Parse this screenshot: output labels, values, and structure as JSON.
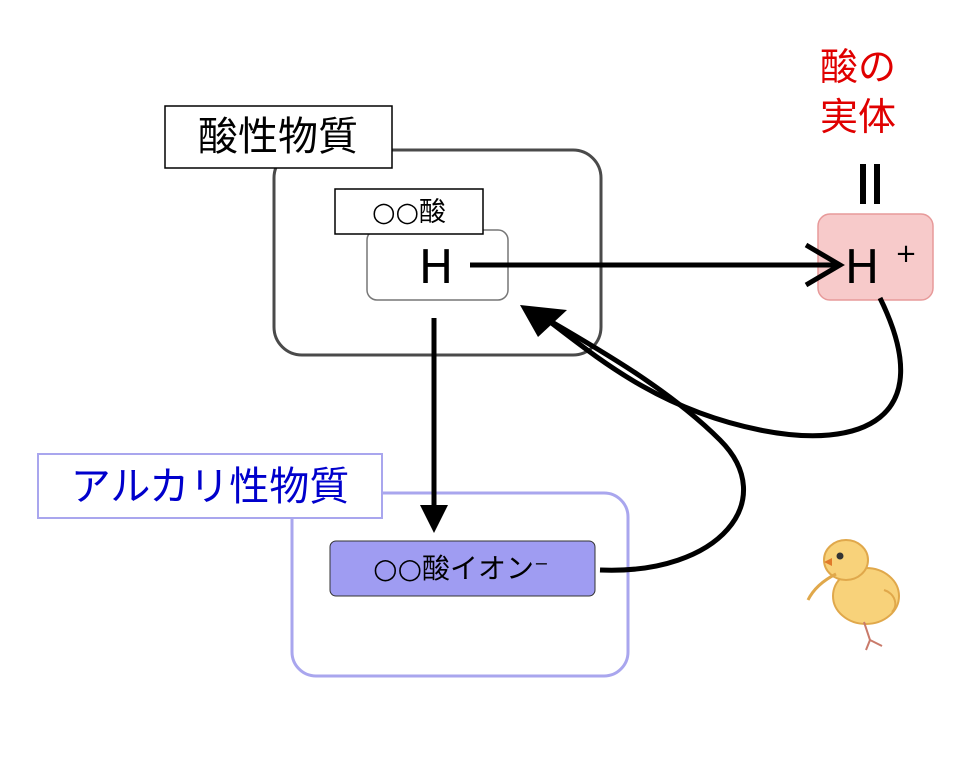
{
  "acid_substance": {
    "title": "酸性物質",
    "acid_name": "○○酸",
    "hydrogen": "H"
  },
  "alkali_substance": {
    "title": "アルカリ性物質",
    "ion_label": "○○酸イオン⁻"
  },
  "acid_entity": {
    "line1": "酸の",
    "line2": "実体",
    "equals": "॥",
    "proton": "H",
    "charge": "+"
  },
  "colors": {
    "acid_entity_text": "#e00000",
    "alkali_text": "#0000cc",
    "alkali_box_border": "#a9a6ee",
    "ion_box_fill": "#9f9cf2",
    "proton_box_fill": "#f7caca",
    "proton_box_border": "#e79a9a"
  },
  "decorations": {
    "mascot": "chick-illustration"
  }
}
